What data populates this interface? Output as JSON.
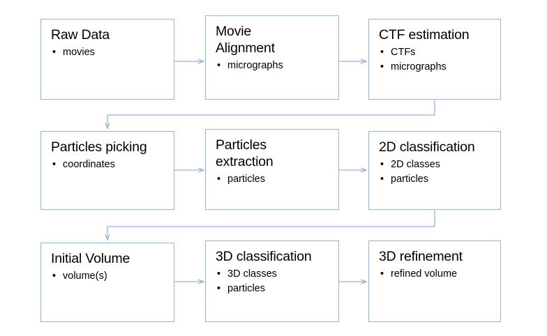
{
  "diagram": {
    "type": "flowchart",
    "orientation": "left-to-right, row-wrapped",
    "accent_color": "#9cb3d6",
    "text_color": "#000000",
    "background_color": "#ffffff",
    "nodes": [
      {
        "id": "raw-data",
        "title": "Raw Data",
        "bullets": [
          "movies"
        ],
        "row": 1,
        "col": 1
      },
      {
        "id": "movie-alignment",
        "title": "Movie\nAlignment",
        "bullets": [
          "micrographs"
        ],
        "row": 1,
        "col": 2
      },
      {
        "id": "ctf-estimation",
        "title": "CTF estimation",
        "bullets": [
          "CTFs",
          "micrographs"
        ],
        "row": 1,
        "col": 3
      },
      {
        "id": "particles-picking",
        "title": "Particles picking",
        "bullets": [
          "coordinates"
        ],
        "row": 2,
        "col": 1
      },
      {
        "id": "particles-extraction",
        "title": "Particles\nextraction",
        "bullets": [
          "particles"
        ],
        "row": 2,
        "col": 2
      },
      {
        "id": "2d-classification",
        "title": "2D classification",
        "bullets": [
          "2D classes",
          "particles"
        ],
        "row": 2,
        "col": 3
      },
      {
        "id": "initial-volume",
        "title": "Initial Volume",
        "bullets": [
          "volume(s)"
        ],
        "row": 3,
        "col": 1
      },
      {
        "id": "3d-classification",
        "title": "3D classification",
        "bullets": [
          "3D classes",
          "particles"
        ],
        "row": 3,
        "col": 2
      },
      {
        "id": "3d-refinement",
        "title": "3D refinement",
        "bullets": [
          "refined volume"
        ],
        "row": 3,
        "col": 3
      }
    ],
    "edges": [
      {
        "from": "raw-data",
        "to": "movie-alignment",
        "style": "horizontal-arrow"
      },
      {
        "from": "movie-alignment",
        "to": "ctf-estimation",
        "style": "horizontal-arrow"
      },
      {
        "from": "ctf-estimation",
        "to": "particles-picking",
        "style": "wrap-elbow-arrow"
      },
      {
        "from": "particles-picking",
        "to": "particles-extraction",
        "style": "horizontal-arrow"
      },
      {
        "from": "particles-extraction",
        "to": "2d-classification",
        "style": "horizontal-arrow"
      },
      {
        "from": "2d-classification",
        "to": "initial-volume",
        "style": "wrap-elbow-arrow"
      },
      {
        "from": "initial-volume",
        "to": "3d-classification",
        "style": "horizontal-arrow"
      },
      {
        "from": "3d-classification",
        "to": "3d-refinement",
        "style": "horizontal-arrow"
      }
    ]
  }
}
